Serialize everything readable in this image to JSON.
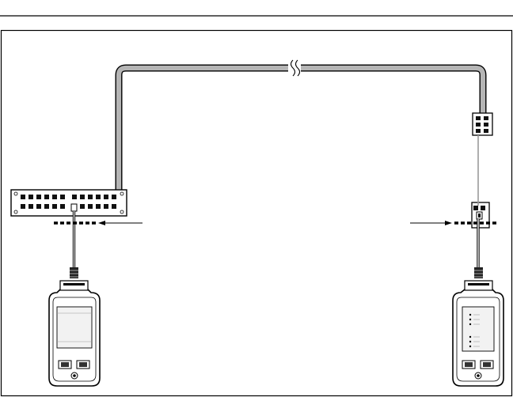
{
  "diagram": {
    "type": "cabling-test-setup",
    "colors": {
      "line": "#000000",
      "cable_fill": "#b5b5b5",
      "patch_cord": "#888888",
      "device_screen": "#f2f2f2",
      "background": "#ffffff"
    },
    "elements": [
      "patch-panel",
      "trunk-cable",
      "cable-break",
      "wall-outlet-top",
      "wall-outlet-bottom",
      "patch-cord-left",
      "patch-cord-right",
      "main-tester",
      "remote-tester",
      "link-end-marker-left",
      "link-end-marker-right"
    ]
  }
}
